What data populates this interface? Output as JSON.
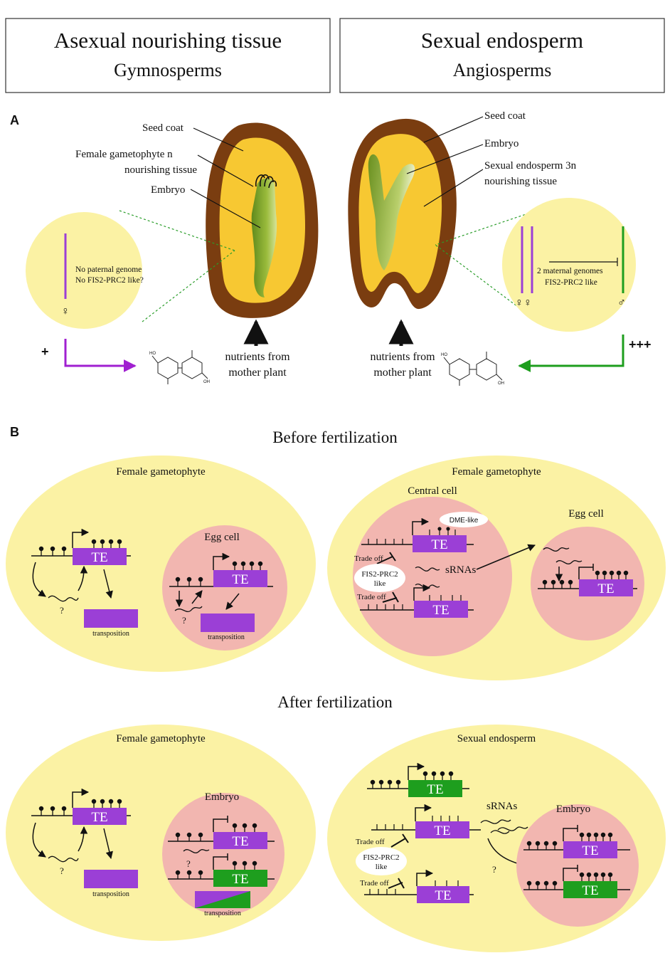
{
  "headers": {
    "left": {
      "title": "Asexual nourishing tissue",
      "subtitle": "Gymnosperms"
    },
    "right": {
      "title": "Sexual endosperm",
      "subtitle": "Angiosperms"
    }
  },
  "panel_a": {
    "label": "A",
    "gymno": {
      "seed_coat": "Seed coat",
      "female_gametophyte_1": "Female gametophyte n",
      "female_gametophyte_2": "nourishing tissue",
      "embryo": "Embryo",
      "no_paternal_1": "No paternal genome",
      "no_paternal_2": "No FIS2-PRC2 like?",
      "female_symbol": "♀",
      "plus": "+",
      "nutrients_1": "nutrients from",
      "nutrients_2": "mother plant"
    },
    "angio": {
      "seed_coat": "Seed coat",
      "embryo": "Embryo",
      "endosperm_1": "Sexual endosperm 3n",
      "endosperm_2": "nourishing tissue",
      "maternal_1": "2 maternal genomes",
      "maternal_2": "FIS2-PRC2 like",
      "female_symbols": "♀♀",
      "male_symbol": "♂",
      "plus": "+++",
      "nutrients_1": "nutrients from",
      "nutrients_2": "mother plant"
    },
    "sugar_labels": {
      "oh": "OH",
      "ho": "HO"
    }
  },
  "panel_b": {
    "label": "B",
    "before_title": "Before fertilization",
    "after_title": "After fertilization",
    "before_left": {
      "title": "Female gametophyte",
      "egg_cell": "Egg cell",
      "te": "TE",
      "question": "?",
      "transposition": "transposition"
    },
    "before_right": {
      "title": "Female gametophyte",
      "central_cell": "Central cell",
      "egg_cell": "Egg cell",
      "dme": "DME-like",
      "fis2_1": "FIS2-PRC2",
      "fis2_2": "like",
      "trade_off": "Trade off",
      "srnas": "sRNAs",
      "te": "TE"
    },
    "after_left": {
      "title": "Female gametophyte",
      "embryo": "Embryo",
      "te": "TE",
      "question": "?",
      "transposition": "transposition"
    },
    "after_right": {
      "title": "Sexual endosperm",
      "embryo": "Embryo",
      "srnas": "sRNAs",
      "fis2_1": "FIS2-PRC2",
      "fis2_2": "like",
      "trade_off": "Trade off",
      "question": "?",
      "te": "TE"
    }
  },
  "colors": {
    "purple": "#9b3fd6",
    "green": "#1e9e1e",
    "yellow_bg": "#fbf2a4",
    "pink": "#f2b6b0",
    "seed_brown": "#7a3d10",
    "seed_yellow": "#f7c832",
    "embryo_green": "#7ea52b"
  }
}
